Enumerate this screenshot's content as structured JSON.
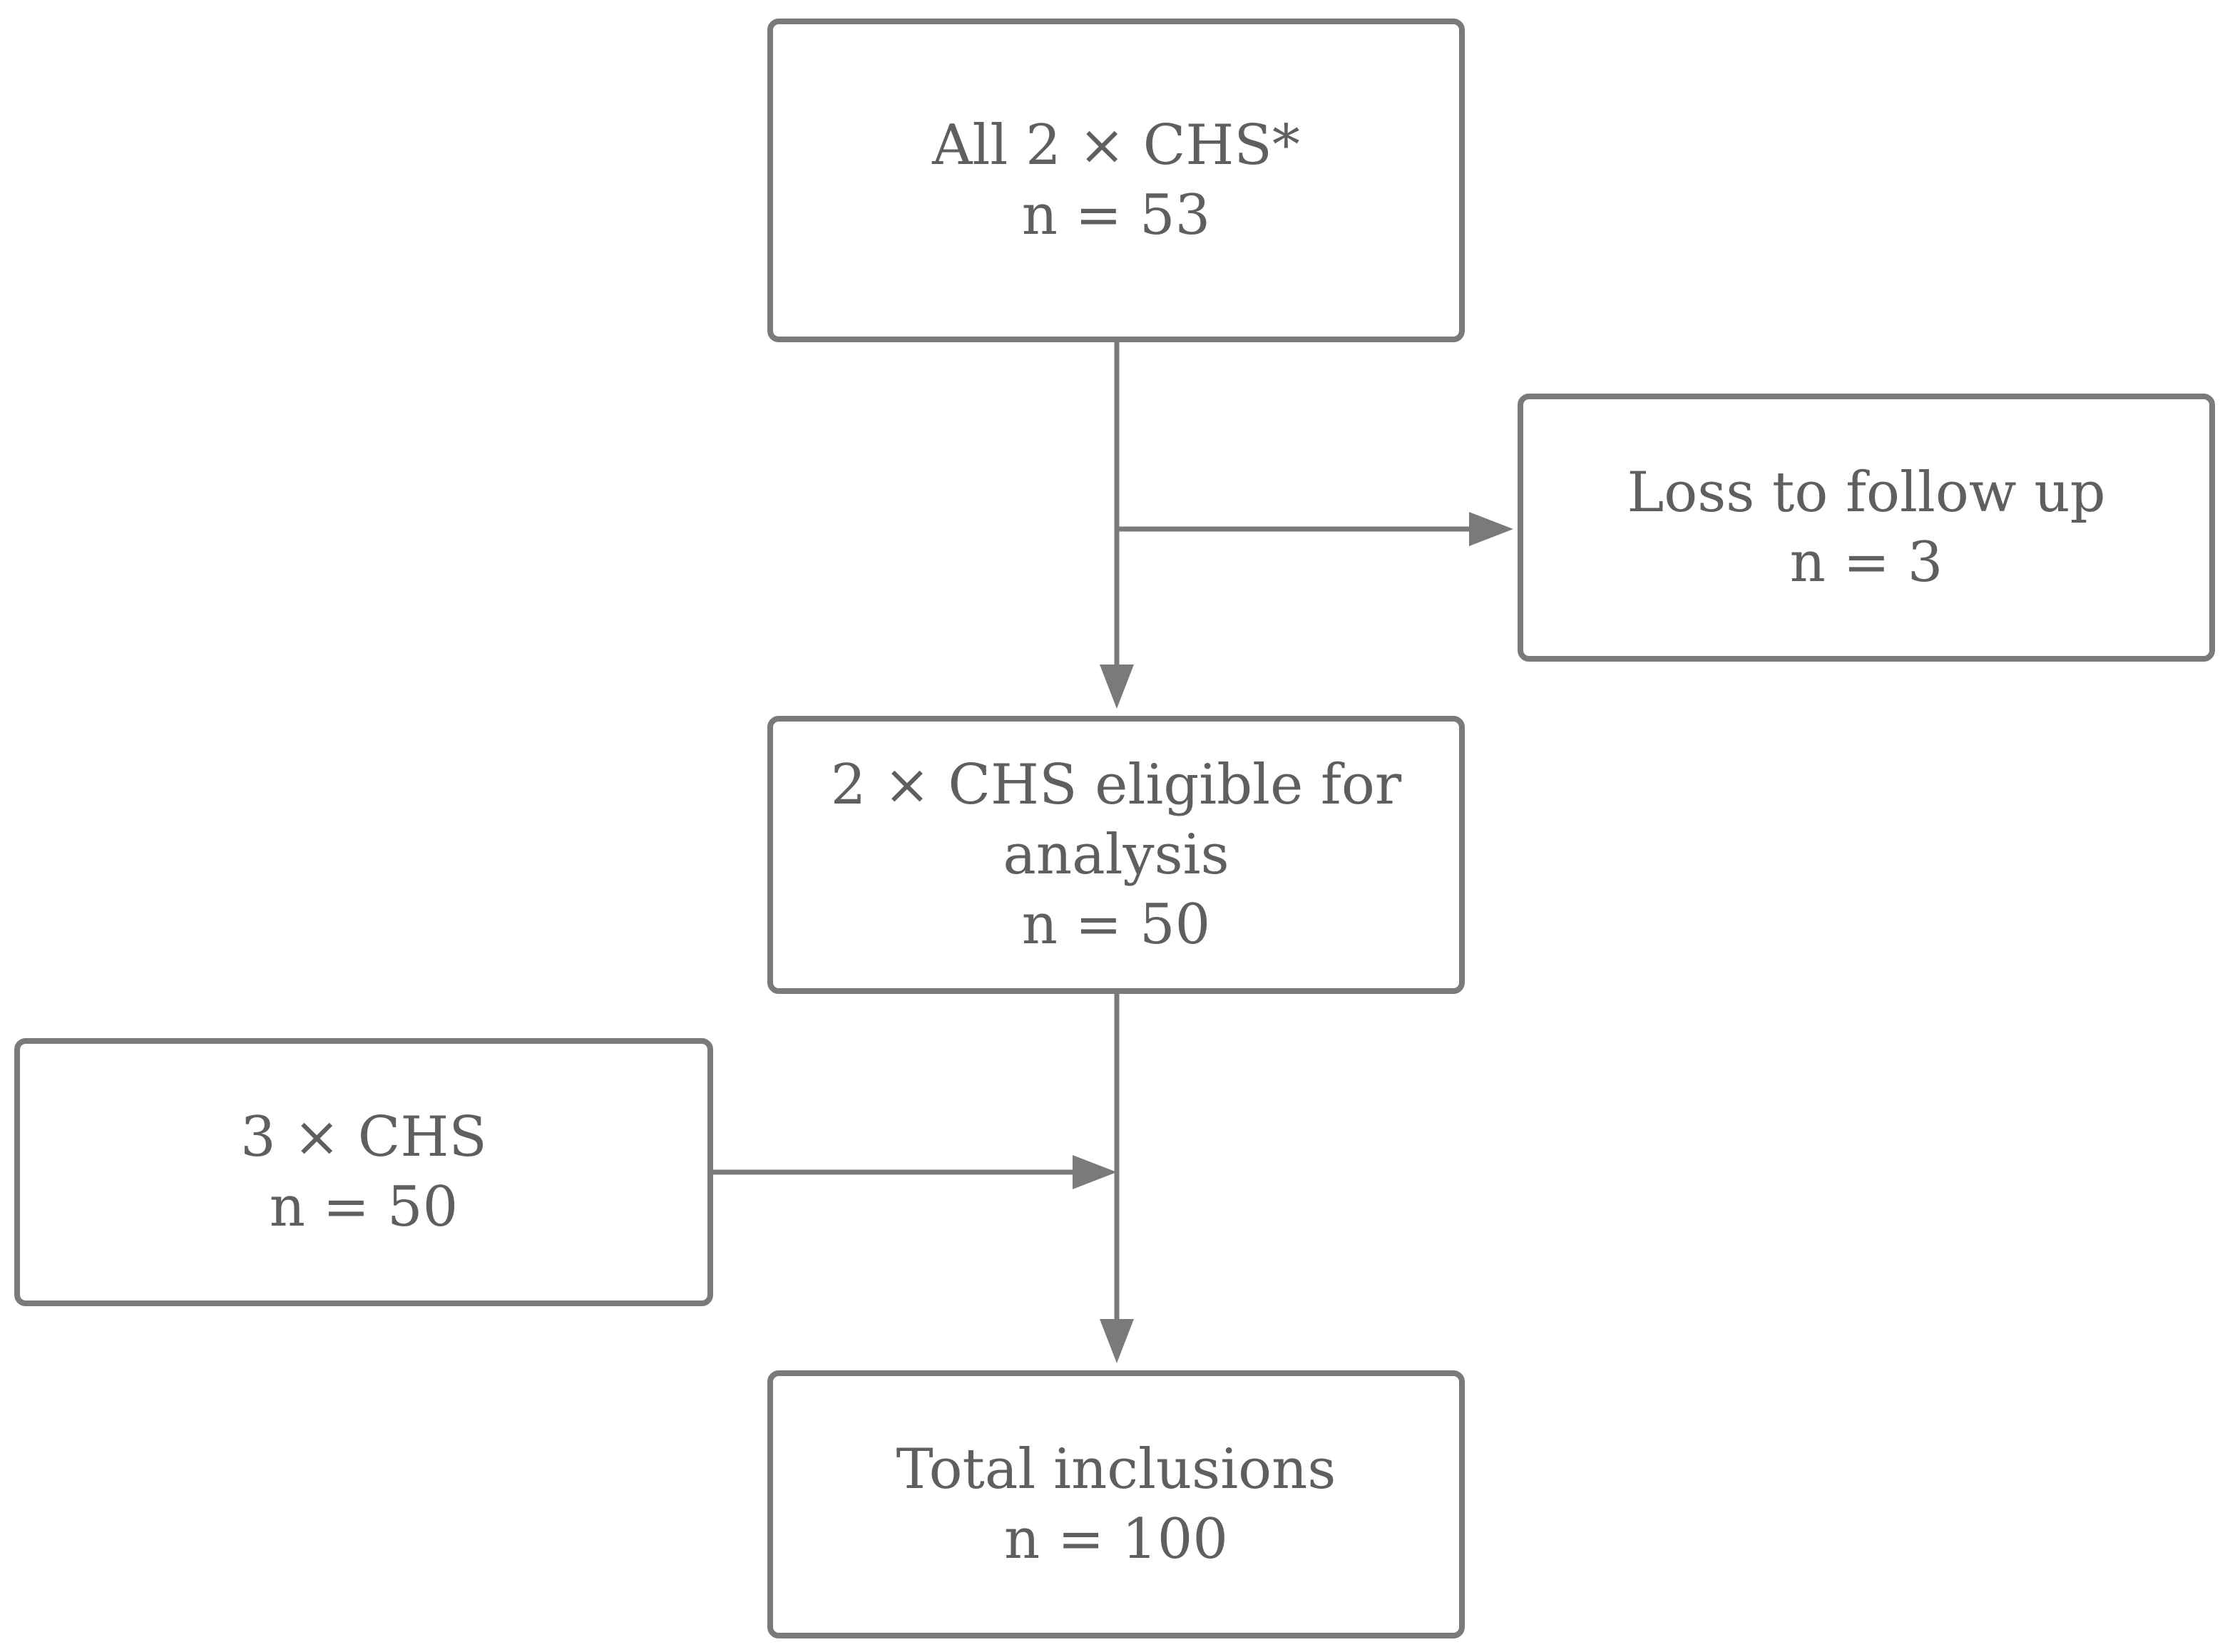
{
  "boxes": {
    "all_2chs": {
      "line1": "All 2 × CHS*",
      "line2": "n = 53"
    },
    "loss_to_follow_up": {
      "line1": "Loss to follow up",
      "line2": "n = 3"
    },
    "eligible": {
      "line1": "2 × CHS eligible for",
      "line2": "analysis",
      "line3": "n = 50"
    },
    "three_chs": {
      "line1": "3 × CHS",
      "line2": "n = 50"
    },
    "total": {
      "line1": "Total inclusions",
      "line2": "n = 100"
    }
  },
  "colors": {
    "stroke": "#7a7a7a",
    "text": "#5f5f5f",
    "background": "#ffffff"
  }
}
